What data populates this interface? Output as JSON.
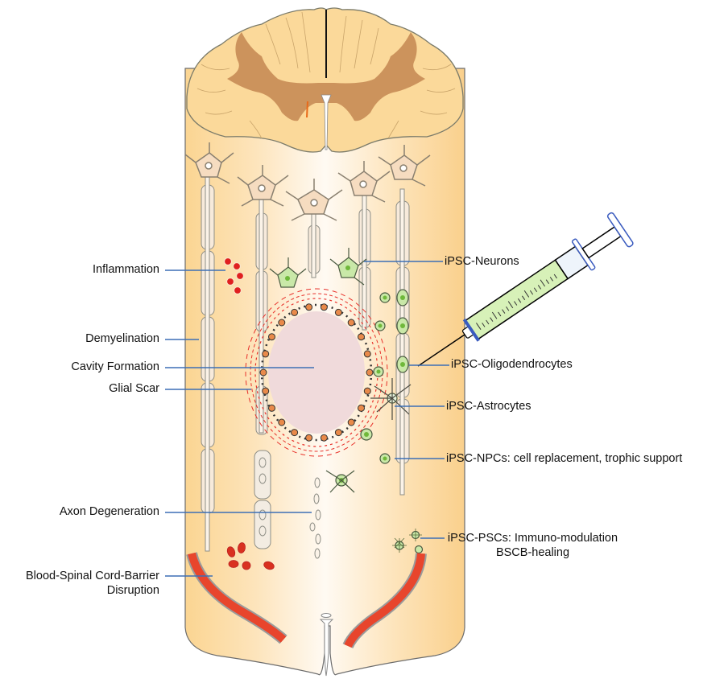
{
  "figure": {
    "title": "iPSC-based therapies for spinal cord injury pathology",
    "colors": {
      "white_matter": "#fbd99a",
      "gray_matter": "#c98f58",
      "cord_center": "#fffaf2",
      "cavity": "#f0dadb",
      "glial_scar": "#e8312a",
      "blood_vessel": "#e8452c",
      "ipsc_cell": "#c9e8a8",
      "ipsc_nucleus": "#6fb83a",
      "neuron_body": "#f6dcc0",
      "leader_line": "#3d6fb5",
      "syringe_fluid": "#d7f1b8",
      "syringe_ring": "#3a5bbf",
      "red_blood_cell": "#d9301f",
      "inflammation_dot": "#e02020"
    }
  },
  "pathology_labels": [
    {
      "id": "inflammation",
      "text": "Inflammation"
    },
    {
      "id": "demyelination",
      "text": "Demyelination"
    },
    {
      "id": "cavity",
      "text": "Cavity Formation"
    },
    {
      "id": "glial-scar",
      "text": "Glial Scar"
    },
    {
      "id": "axon-degeneration",
      "text": "Axon Degeneration"
    },
    {
      "id": "bscb-disruption",
      "line1": "Blood-Spinal Cord-Barrier",
      "line2": "Disruption"
    }
  ],
  "therapy_labels": [
    {
      "id": "ipsc-neurons",
      "text": "iPSC-Neurons"
    },
    {
      "id": "ipsc-oligodendrocytes",
      "text": "iPSC-Oligodendrocytes"
    },
    {
      "id": "ipsc-astrocytes",
      "text": "iPSC-Astrocytes"
    },
    {
      "id": "ipsc-npcs",
      "text": "iPSC-NPCs: cell replacement, trophic support"
    },
    {
      "id": "ipsc-pscs",
      "line1": "iPSC-PSCs: Immuno-modulation",
      "line2": "BSCB-healing"
    }
  ]
}
